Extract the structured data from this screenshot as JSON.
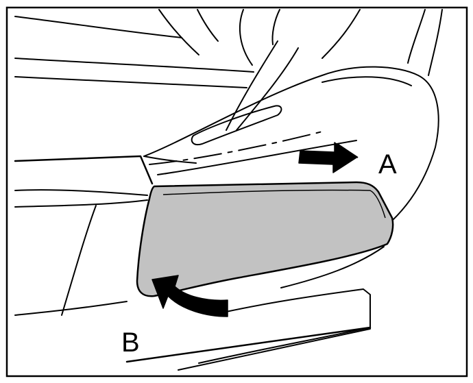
{
  "figure": {
    "labels": {
      "a": "A",
      "b": "B"
    },
    "colors": {
      "line": "#000000",
      "background": "#ffffff",
      "highlight_fill": "#c2c2c2",
      "arrow_fill": "#000000"
    },
    "parts": {
      "highlighted": "armrest-side-cover",
      "arrow_a": "slide-arrow",
      "arrow_b": "rotate-arrow"
    }
  }
}
